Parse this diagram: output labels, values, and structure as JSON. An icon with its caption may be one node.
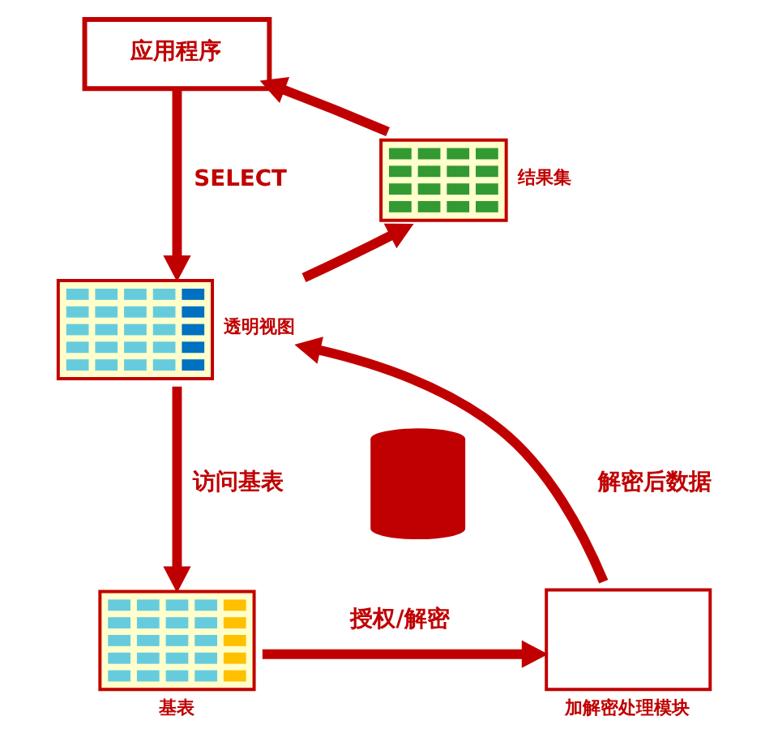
{
  "diagram": {
    "nodes": [
      {
        "text": [
          "应用程序"
        ]
      },
      {
        "text": [
          "结果集"
        ]
      },
      {
        "text": [
          "透明视图"
        ]
      },
      {
        "text": [],
        "shape": "cylinder"
      },
      {
        "text": [
          "基表"
        ]
      },
      {
        "text": [
          "加解密处理模块"
        ]
      }
    ],
    "edges": [
      {
        "from": 0,
        "to": 2,
        "arrow": "to",
        "label": "SELECT"
      },
      {
        "from": 2,
        "to": 1,
        "arrow": "to"
      },
      {
        "from": 1,
        "to": 0,
        "arrow": "to"
      },
      {
        "from": 2,
        "to": 4,
        "arrow": "to",
        "label": "访问基表"
      },
      {
        "from": 4,
        "to": 5,
        "arrow": "to",
        "label": "授权/解密"
      },
      {
        "from": 5,
        "to": 2,
        "arrow": "to",
        "label": "解密后数据"
      }
    ]
  }
}
